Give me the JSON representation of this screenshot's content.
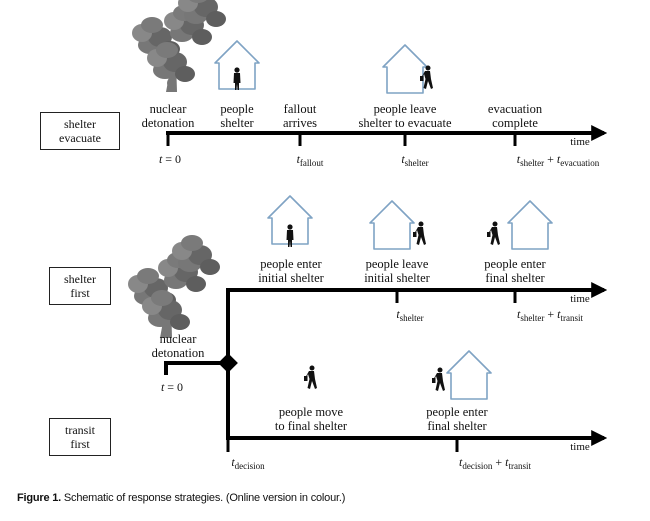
{
  "top": {
    "box": [
      "shelter",
      "evacuate"
    ],
    "labels": {
      "detonation": [
        "nuclear",
        "detonation"
      ],
      "shelter": [
        "people",
        "shelter"
      ],
      "fallout": [
        "fallout",
        "arrives"
      ],
      "leave": [
        "people leave",
        "shelter to evacuate"
      ],
      "complete": [
        "evacuation",
        "complete"
      ]
    },
    "time_label": "time",
    "t0": {
      "t": "t",
      "rest": " = 0"
    },
    "t_fallout": {
      "t": "t",
      "sub": "fallout"
    },
    "t_shelter": {
      "t": "t",
      "sub": "shelter"
    },
    "t_sum": {
      "t1": "t",
      "sub1": "shelter",
      "plus": " + ",
      "t2": "t",
      "sub2": "evacuation"
    }
  },
  "middle": {
    "box": [
      "shelter",
      "first"
    ],
    "labels": {
      "enter_initial": [
        "people enter",
        "initial shelter"
      ],
      "leave_initial": [
        "people leave",
        "initial shelter"
      ],
      "enter_final": [
        "people enter",
        "final shelter"
      ]
    },
    "time_label": "time",
    "t_shelter": {
      "t": "t",
      "sub": "shelter"
    },
    "t_sum": {
      "t1": "t",
      "sub1": "shelter",
      "plus": " + ",
      "t2": "t",
      "sub2": "transit"
    }
  },
  "detonation2": {
    "label": [
      "nuclear",
      "detonation"
    ],
    "t0": {
      "t": "t",
      "rest": " = 0"
    }
  },
  "bottom": {
    "box": [
      "transit",
      "first"
    ],
    "labels": {
      "move": [
        "people move",
        "to final shelter"
      ],
      "enter_final": [
        "people enter",
        "final shelter"
      ]
    },
    "time_label": "time",
    "t_decision": {
      "t": "t",
      "sub": "decision"
    },
    "t_sum": {
      "t1": "t",
      "sub1": "decision",
      "plus": " + ",
      "t2": "t",
      "sub2": "transit"
    }
  },
  "caption": {
    "bold": "Figure 1.",
    "text": " Schematic of response strategies. (Online version in colour.)"
  },
  "colors": {
    "house": "#7fa3c4",
    "line": "#000000",
    "cloud": "#6d6d6d"
  }
}
